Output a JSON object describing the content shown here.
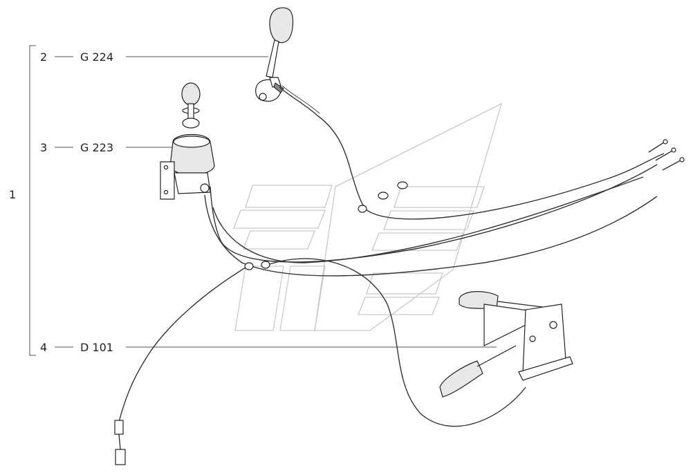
{
  "diagram": {
    "assembly_label": "1",
    "callouts": [
      {
        "number": "2",
        "dash": "—",
        "code": "G 224"
      },
      {
        "number": "3",
        "dash": "—",
        "code": "G 223"
      },
      {
        "number": "4",
        "dash": "—",
        "code": "D 101"
      }
    ]
  },
  "colors": {
    "line": "#222222",
    "watermark": "#c9c9c9"
  }
}
